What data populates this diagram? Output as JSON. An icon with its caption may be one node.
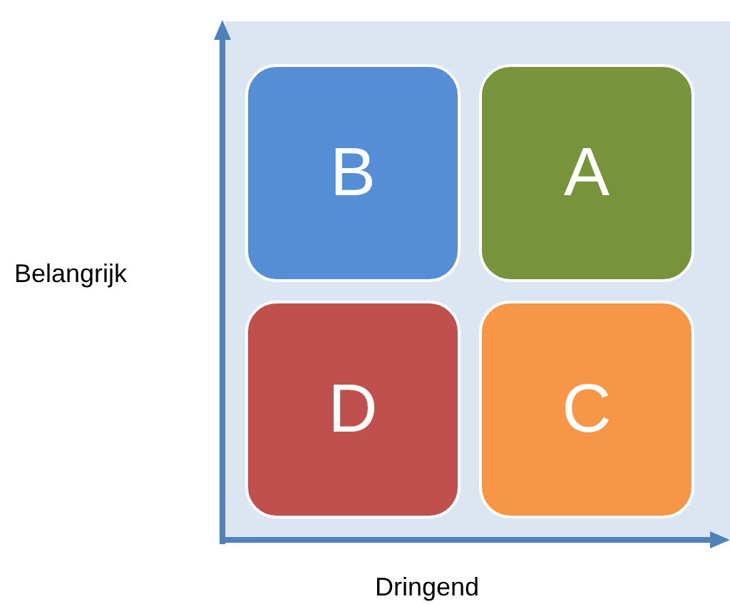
{
  "diagram": {
    "nodes": [
      {
        "text": [
          "B"
        ]
      },
      {
        "text": [
          "A"
        ]
      },
      {
        "text": [
          "D"
        ]
      },
      {
        "text": [
          "C"
        ]
      }
    ],
    "labels": [
      "Belangrijk",
      "Dringend"
    ]
  }
}
